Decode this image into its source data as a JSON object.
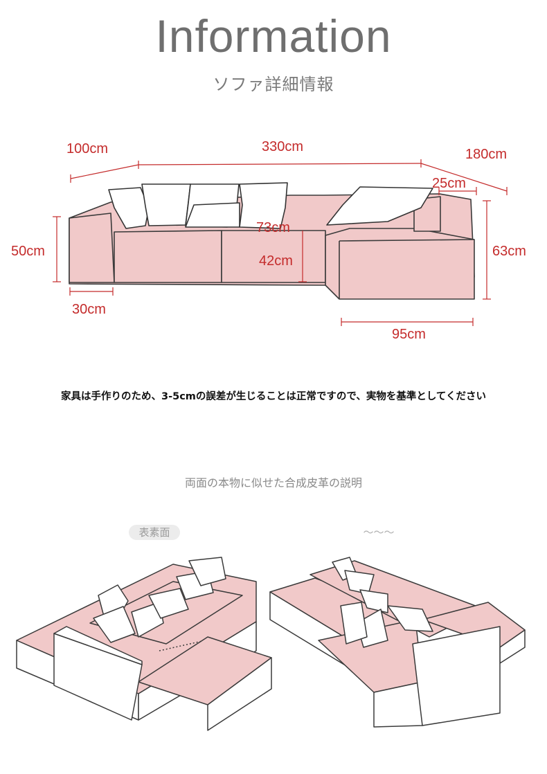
{
  "header": {
    "title": "Information",
    "subtitle": "ソファ詳細情報"
  },
  "dimensions": {
    "width_left": "100cm",
    "width_total": "330cm",
    "depth_chaise": "180cm",
    "arm_width_right": "25cm",
    "seat_height_left": "50cm",
    "back_height": "73cm",
    "seat_height": "42cm",
    "height_right": "63cm",
    "arm_width_left": "30cm",
    "chaise_width": "95cm"
  },
  "notice": "家具は手作りのため、3-5cmの誤差が生じることは正常ですので、実物を基準としてください",
  "section": {
    "title": "両面の本物に似せた合成皮革の説明",
    "left_badge": "表素面",
    "right_badge": "〜〜〜"
  },
  "colors": {
    "sofa_fill": "#f1c9c9",
    "outline": "#3a3a3a",
    "dimension": "#c42b2b",
    "title": "#6f6f6f"
  }
}
